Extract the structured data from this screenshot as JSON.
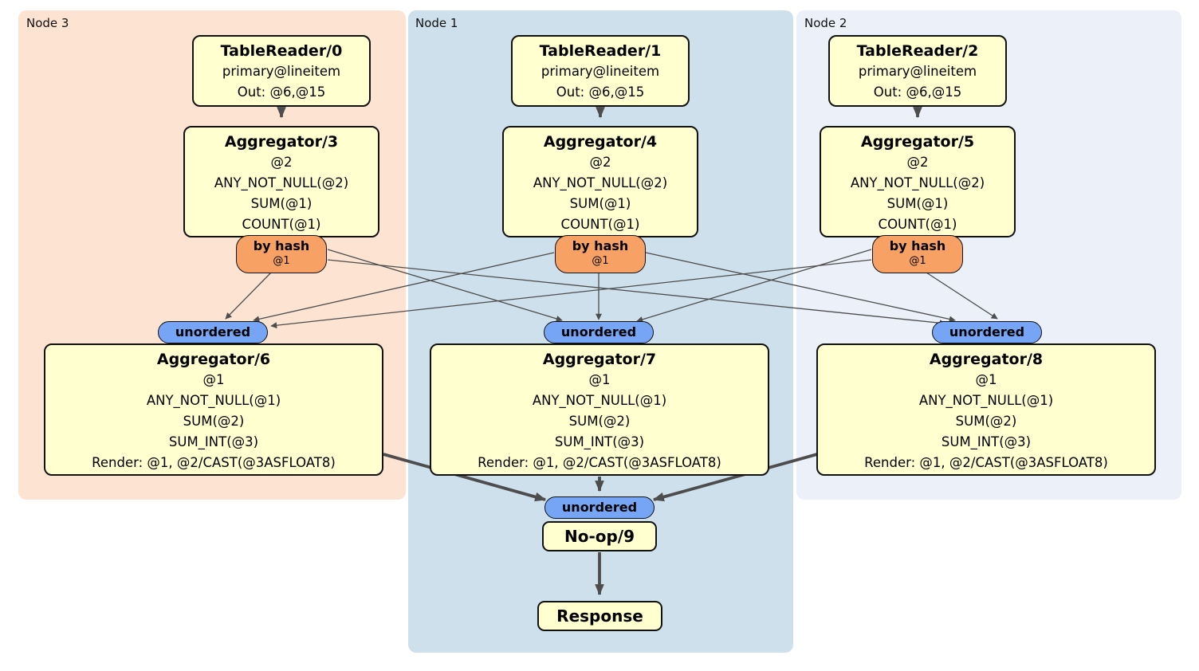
{
  "diagram": {
    "regions": [
      {
        "id": "node3",
        "label": "Node 3",
        "bg": "#fce3d2"
      },
      {
        "id": "node1",
        "label": "Node 1",
        "bg": "#cfe0ed"
      },
      {
        "id": "node2",
        "label": "Node 2",
        "bg": "#ecf0f9"
      }
    ],
    "colors": {
      "processor_box_bg": "#ffffcf",
      "router_bg": "#f7a165",
      "sync_bg": "#76a5f5",
      "edge": "#4d4d4d",
      "border": "#111111"
    },
    "processors": {
      "tr0": {
        "title": "TableReader/0",
        "lines": [
          "primary@lineitem",
          "Out: @6,@15"
        ]
      },
      "tr1": {
        "title": "TableReader/1",
        "lines": [
          "primary@lineitem",
          "Out: @6,@15"
        ]
      },
      "tr2": {
        "title": "TableReader/2",
        "lines": [
          "primary@lineitem",
          "Out: @6,@15"
        ]
      },
      "agg3": {
        "title": "Aggregator/3",
        "lines": [
          "@2",
          "ANY_NOT_NULL(@2)",
          "SUM(@1)",
          "COUNT(@1)"
        ]
      },
      "agg4": {
        "title": "Aggregator/4",
        "lines": [
          "@2",
          "ANY_NOT_NULL(@2)",
          "SUM(@1)",
          "COUNT(@1)"
        ]
      },
      "agg5": {
        "title": "Aggregator/5",
        "lines": [
          "@2",
          "ANY_NOT_NULL(@2)",
          "SUM(@1)",
          "COUNT(@1)"
        ]
      },
      "agg6": {
        "title": "Aggregator/6",
        "lines": [
          "@1",
          "ANY_NOT_NULL(@1)",
          "SUM(@2)",
          "SUM_INT(@3)",
          "Render: @1, @2/CAST(@3ASFLOAT8)"
        ]
      },
      "agg7": {
        "title": "Aggregator/7",
        "lines": [
          "@1",
          "ANY_NOT_NULL(@1)",
          "SUM(@2)",
          "SUM_INT(@3)",
          "Render: @1, @2/CAST(@3ASFLOAT8)"
        ]
      },
      "agg8": {
        "title": "Aggregator/8",
        "lines": [
          "@1",
          "ANY_NOT_NULL(@1)",
          "SUM(@2)",
          "SUM_INT(@3)",
          "Render: @1, @2/CAST(@3ASFLOAT8)"
        ]
      },
      "noop": {
        "title": "No-op/9"
      },
      "response": {
        "title": "Response"
      }
    },
    "router": {
      "label": "by hash",
      "detail": "@1"
    },
    "sync": {
      "label": "unordered"
    },
    "edges": [
      {
        "from": "TableReader/0",
        "to": "Aggregator/3",
        "style": "thick"
      },
      {
        "from": "TableReader/1",
        "to": "Aggregator/4",
        "style": "thick"
      },
      {
        "from": "TableReader/2",
        "to": "Aggregator/5",
        "style": "thick"
      },
      {
        "from": "by hash (Aggregator/3)",
        "to": "unordered (Aggregator/6)",
        "style": "thin"
      },
      {
        "from": "by hash (Aggregator/3)",
        "to": "unordered (Aggregator/7)",
        "style": "thin"
      },
      {
        "from": "by hash (Aggregator/3)",
        "to": "unordered (Aggregator/8)",
        "style": "thin"
      },
      {
        "from": "by hash (Aggregator/4)",
        "to": "unordered (Aggregator/6)",
        "style": "thin"
      },
      {
        "from": "by hash (Aggregator/4)",
        "to": "unordered (Aggregator/7)",
        "style": "thin"
      },
      {
        "from": "by hash (Aggregator/4)",
        "to": "unordered (Aggregator/8)",
        "style": "thin"
      },
      {
        "from": "by hash (Aggregator/5)",
        "to": "unordered (Aggregator/6)",
        "style": "thin"
      },
      {
        "from": "by hash (Aggregator/5)",
        "to": "unordered (Aggregator/7)",
        "style": "thin"
      },
      {
        "from": "by hash (Aggregator/5)",
        "to": "unordered (Aggregator/8)",
        "style": "thin"
      },
      {
        "from": "Aggregator/6",
        "to": "unordered (No-op/9)",
        "style": "thick"
      },
      {
        "from": "Aggregator/7",
        "to": "unordered (No-op/9)",
        "style": "thick"
      },
      {
        "from": "Aggregator/8",
        "to": "unordered (No-op/9)",
        "style": "thick"
      },
      {
        "from": "No-op/9",
        "to": "Response",
        "style": "thick"
      }
    ]
  }
}
